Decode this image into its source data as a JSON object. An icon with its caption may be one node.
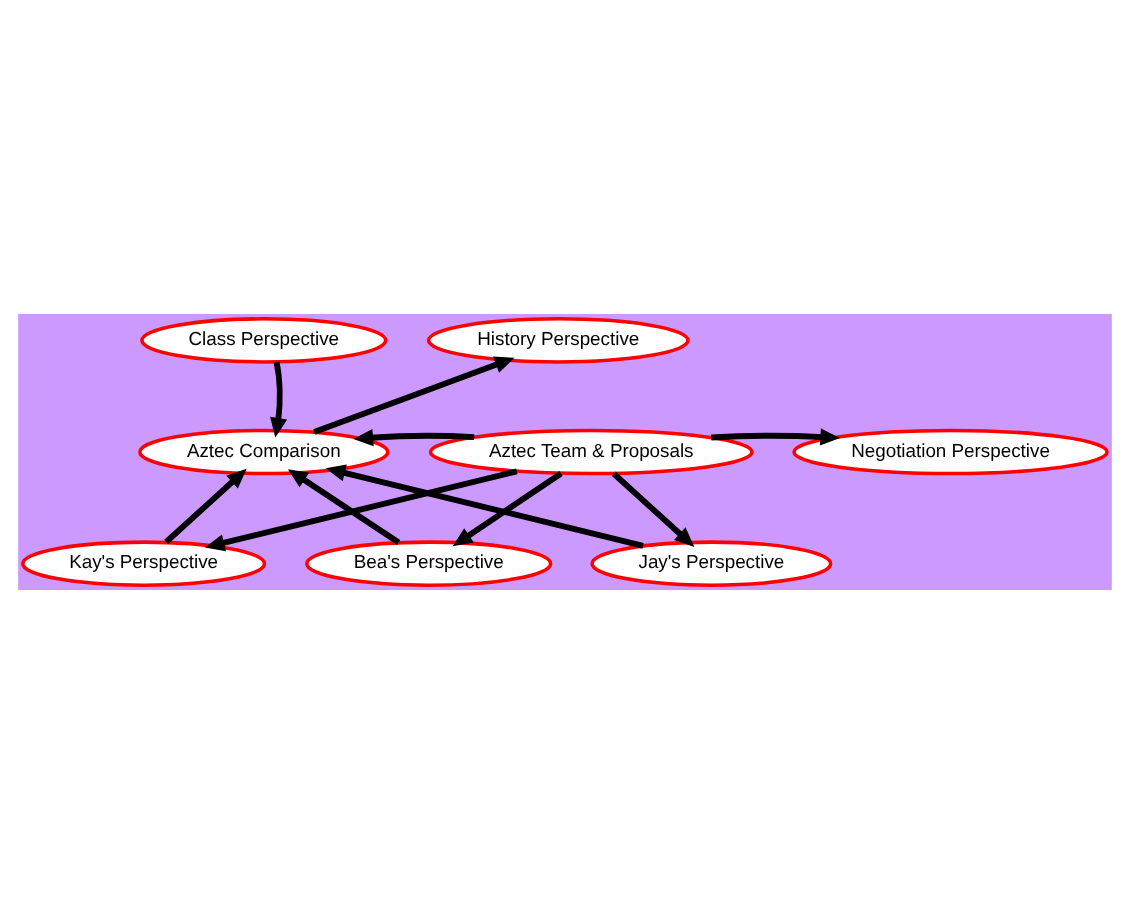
{
  "diagram": {
    "nodes": [
      {
        "text": [
          "Class Perspective"
        ]
      },
      {
        "text": [
          "History Perspective"
        ]
      },
      {
        "text": [
          "Aztec Comparison"
        ]
      },
      {
        "text": [
          "Aztec Team & Proposals"
        ]
      },
      {
        "text": [
          "Negotiation Perspective"
        ]
      },
      {
        "text": [
          "Kay's Perspective"
        ]
      },
      {
        "text": [
          "Bea's Perspective"
        ]
      },
      {
        "text": [
          "Jay's Perspective"
        ]
      }
    ],
    "edges": [
      {
        "from": 0,
        "to": 2,
        "arrow": "to"
      },
      {
        "from": 2,
        "to": 1,
        "arrow": "to"
      },
      {
        "from": 3,
        "to": 2,
        "arrow": "to"
      },
      {
        "from": 3,
        "to": 4,
        "arrow": "to"
      },
      {
        "from": 3,
        "to": 5,
        "arrow": "to"
      },
      {
        "from": 5,
        "to": 2,
        "arrow": "to"
      },
      {
        "from": 6,
        "to": 2,
        "arrow": "to"
      },
      {
        "from": 3,
        "to": 6,
        "arrow": "to"
      },
      {
        "from": 3,
        "to": 7,
        "arrow": "to"
      },
      {
        "from": 7,
        "to": 2,
        "arrow": "to"
      }
    ]
  }
}
